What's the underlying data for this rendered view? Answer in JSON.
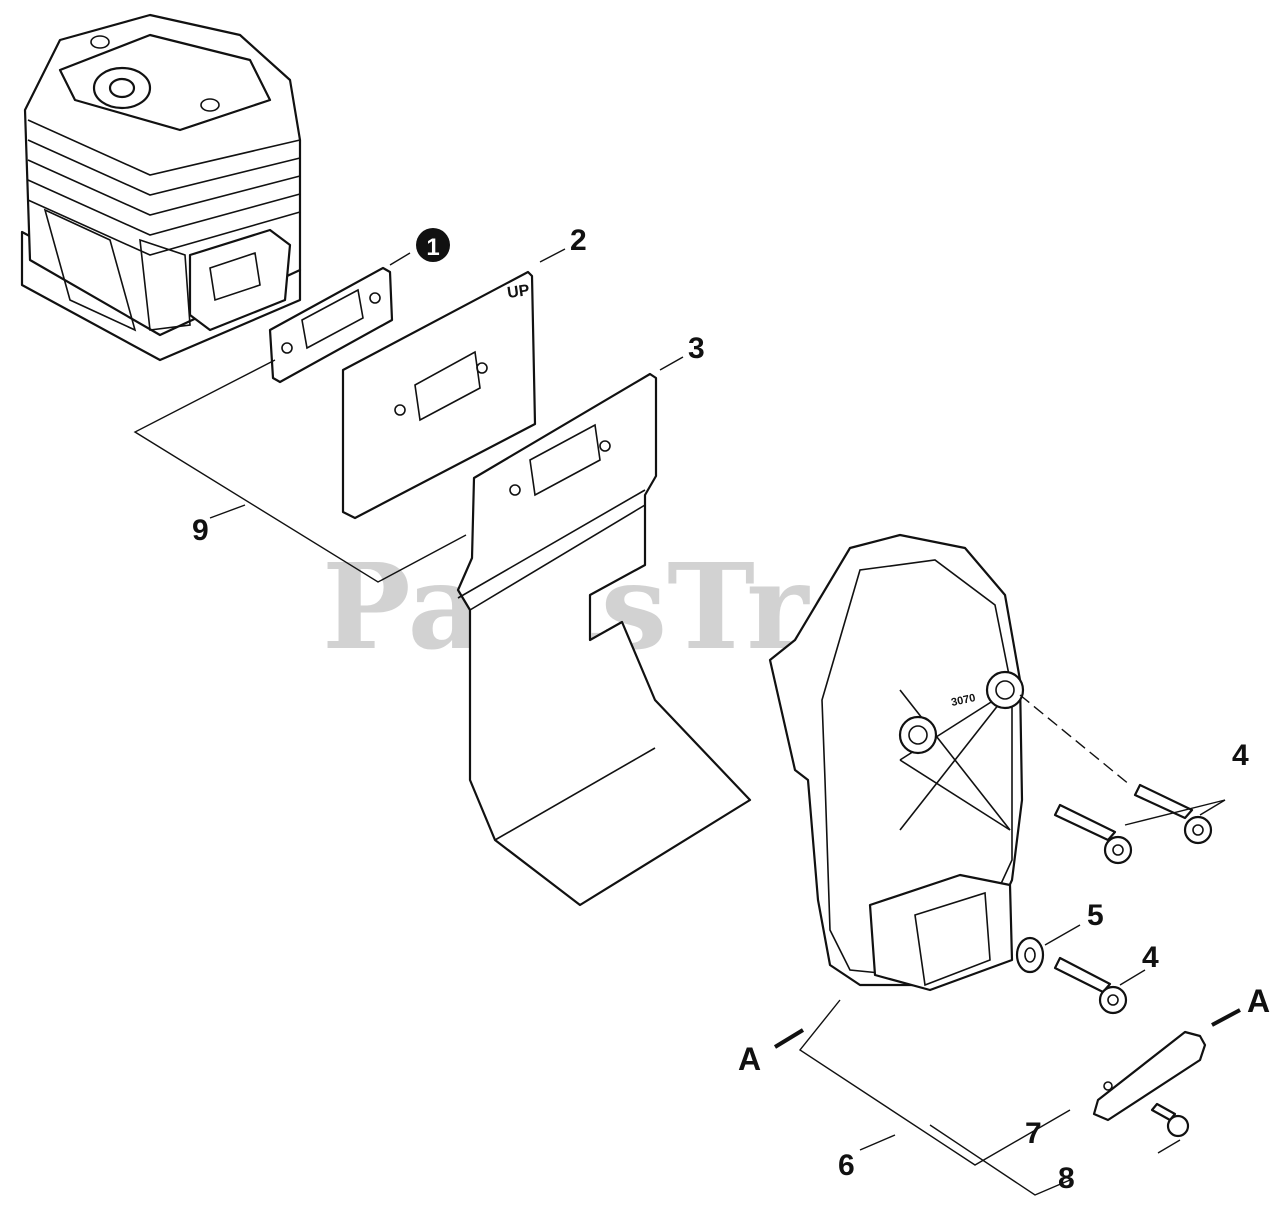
{
  "watermark": "PartsTree",
  "callouts": {
    "c1": "1",
    "c2": "2",
    "c3": "3",
    "c4a": "4",
    "c4b": "4",
    "c5": "5",
    "c6": "6",
    "c7": "7",
    "c8": "8",
    "c9": "9",
    "refA_left": "A",
    "refA_right": "A"
  },
  "gasket_marking": "UP",
  "muffler_marking": "3070"
}
